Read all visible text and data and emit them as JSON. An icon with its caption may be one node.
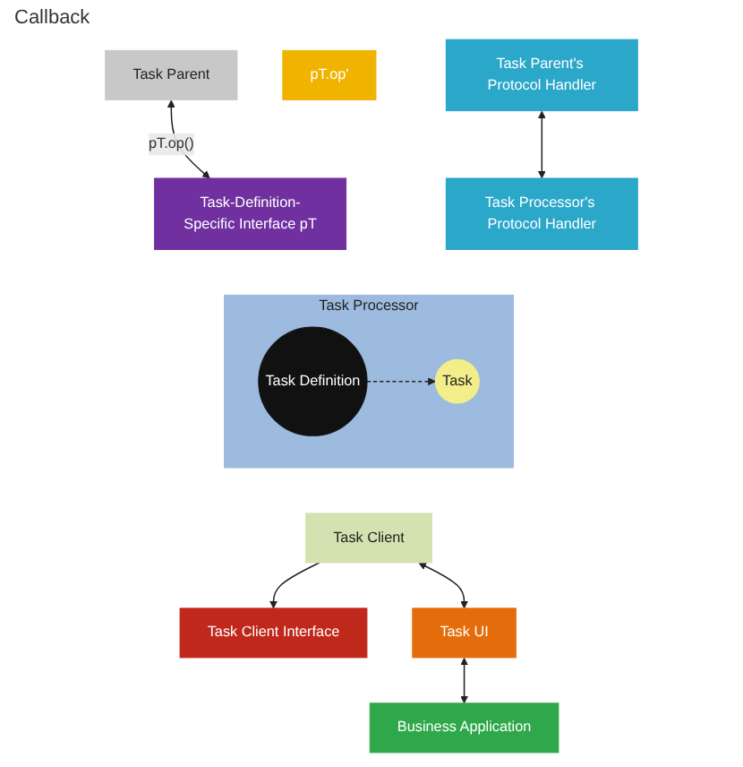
{
  "diagram": {
    "nodes": [
      {
        "text": [
          "Task Parent"
        ]
      },
      {
        "text": [
          "pT.op'"
        ]
      },
      {
        "text": [
          "Task Parent's Protocol Handler"
        ]
      },
      {
        "text": [
          "Task-Definition-Specific Interface pT"
        ]
      },
      {
        "text": [
          "Task Processor's Protocol Handler"
        ]
      },
      {
        "text": [
          "Task Processor"
        ]
      },
      {
        "text": [
          "Task Definition"
        ],
        "in": 5
      },
      {
        "text": [
          "Task"
        ],
        "in": 5
      },
      {
        "text": [
          "Task Client Interface"
        ]
      },
      {
        "text": [
          "Task Client"
        ]
      },
      {
        "text": [
          "Task UI"
        ]
      },
      {
        "text": [
          "Business Application"
        ]
      }
    ],
    "edges": [
      {
        "from": 0,
        "to": 3,
        "arrow": "both",
        "label": "pT.op()"
      },
      {
        "from": 2,
        "to": 4,
        "arrow": "both"
      },
      {
        "from": 6,
        "to": 7,
        "arrow": "to",
        "style": "dashed"
      },
      {
        "from": 9,
        "to": 8,
        "arrow": "to"
      },
      {
        "from": 9,
        "to": 10,
        "arrow": "both"
      },
      {
        "from": 10,
        "to": 11,
        "arrow": "both"
      }
    ],
    "labels": [
      "Callback"
    ]
  }
}
